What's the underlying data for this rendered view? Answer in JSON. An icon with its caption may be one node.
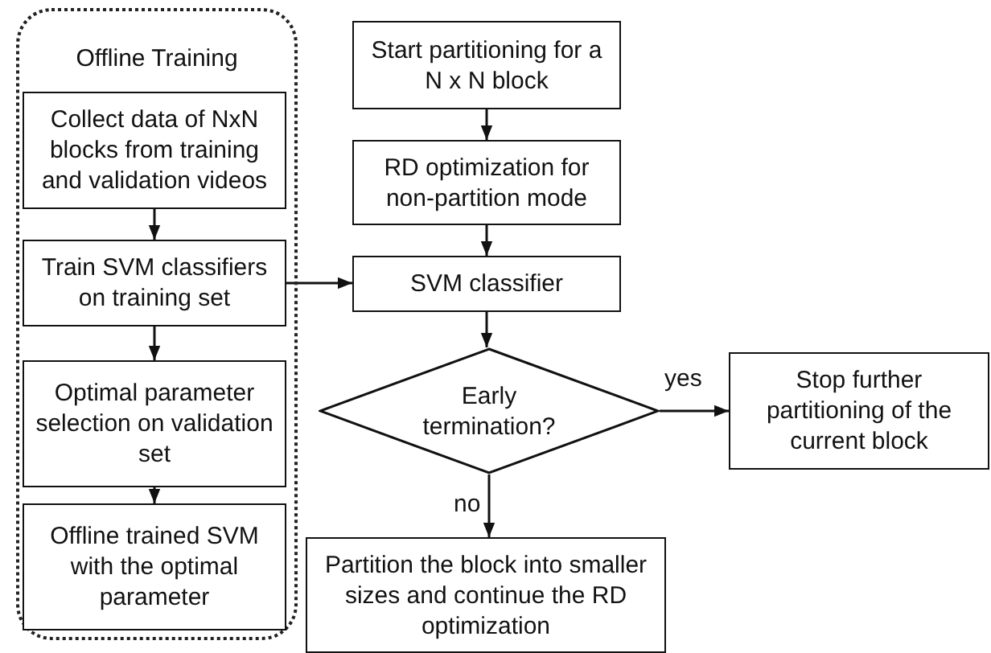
{
  "diagram": {
    "nodes": [
      {
        "text": [
          "Offline Training"
        ]
      },
      {
        "text": [
          "Collect data of NxN blocks from training and validation videos"
        ],
        "in": 0
      },
      {
        "text": [
          "Train SVM classifiers on training set"
        ],
        "in": 0
      },
      {
        "text": [
          "Optimal parameter selection on validation set"
        ],
        "in": 0
      },
      {
        "text": [
          "Offline trained SVM with the optimal parameter"
        ],
        "in": 0
      },
      {
        "text": [
          "Start partitioning for a N x N block"
        ]
      },
      {
        "text": [
          "RD optimization for non-partition mode"
        ]
      },
      {
        "text": [
          "SVM classifier"
        ]
      },
      {
        "text": [
          "Early termination?"
        ]
      },
      {
        "text": [
          "Stop further partitioning of the current block"
        ]
      },
      {
        "text": [
          "Partition the block into smaller sizes and continue the RD optimization"
        ]
      }
    ],
    "edges": [
      {
        "from": 1,
        "to": 2,
        "arrow": "to"
      },
      {
        "from": 2,
        "to": 3,
        "arrow": "to"
      },
      {
        "from": 3,
        "to": 4,
        "arrow": "to"
      },
      {
        "from": 2,
        "to": 7,
        "arrow": "to"
      },
      {
        "from": 5,
        "to": 6,
        "arrow": "to"
      },
      {
        "from": 6,
        "to": 7,
        "arrow": "to"
      },
      {
        "from": 7,
        "to": 8,
        "arrow": "to"
      },
      {
        "from": 8,
        "to": 9,
        "arrow": "to",
        "label": "yes"
      },
      {
        "from": 8,
        "to": 10,
        "arrow": "to",
        "label": "no"
      }
    ]
  }
}
